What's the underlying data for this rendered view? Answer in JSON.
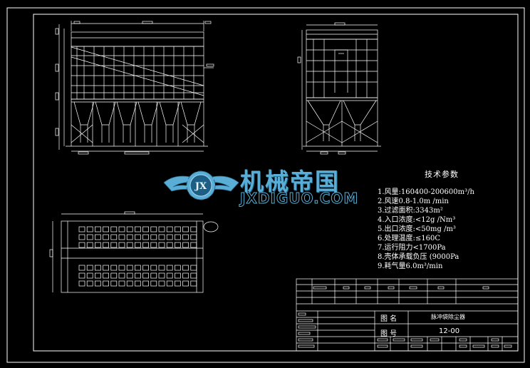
{
  "params": {
    "title": "技术参数",
    "lines": [
      "1.风量:160400-200600m³/h",
      "2.风速0.8-1.0m /min",
      "3.过滤面积:3343m²",
      "4.入口浓度:<12g /Nm³",
      "5.出口浓度:<50mg /m³",
      "6.处理温度:≤160C",
      "7.运行阻力<1700Pa",
      "8.壳体承载负压 (9000Pa",
      "9.耗气量6.0m³/min"
    ]
  },
  "logo": {
    "cn": "机械帝国",
    "en": "JXDIGUO.COM",
    "badge": "JX"
  },
  "title_block": {
    "drawing_name_label": "图 名",
    "drawing_name": "脉冲袋除尘器",
    "drawing_no_label": "图 号",
    "drawing_no": "12-00"
  },
  "colors": {
    "line": "#ffffff",
    "logo": "#5aaed6"
  }
}
